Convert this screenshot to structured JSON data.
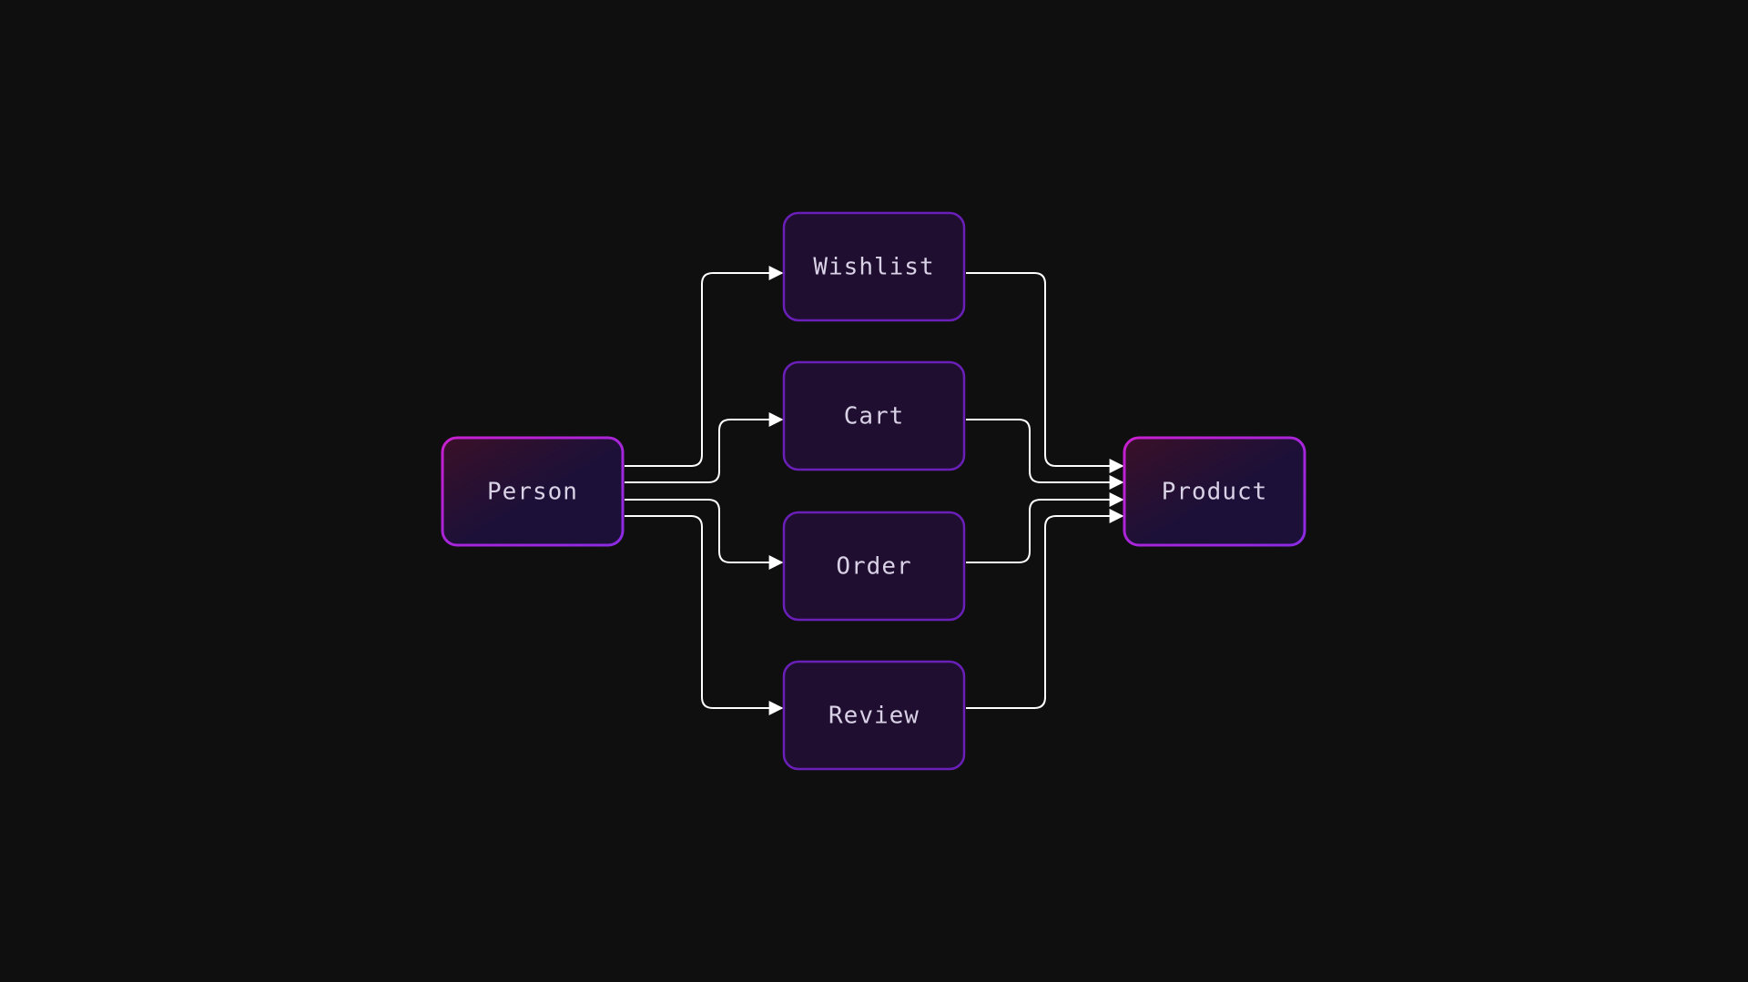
{
  "colors": {
    "background": "#0f0f10",
    "edge_stroke": "#ffffff",
    "entity_border": "#c81fd0",
    "entity_border_end": "#8a2be2",
    "entity_fill_start": "#3a1028",
    "entity_fill_end": "#1c1038",
    "relation_border": "#6a1fb8",
    "relation_fill": "#1f0e30",
    "label": "#d9d2e6"
  },
  "nodes": {
    "person": {
      "label": "Person",
      "kind": "entity"
    },
    "product": {
      "label": "Product",
      "kind": "entity"
    },
    "wishlist": {
      "label": "Wishlist",
      "kind": "relation"
    },
    "cart": {
      "label": "Cart",
      "kind": "relation"
    },
    "order": {
      "label": "Order",
      "kind": "relation"
    },
    "review": {
      "label": "Review",
      "kind": "relation"
    }
  },
  "edges": [
    {
      "from": "person",
      "to": "wishlist"
    },
    {
      "from": "person",
      "to": "cart"
    },
    {
      "from": "person",
      "to": "order"
    },
    {
      "from": "person",
      "to": "review"
    },
    {
      "from": "wishlist",
      "to": "product"
    },
    {
      "from": "cart",
      "to": "product"
    },
    {
      "from": "order",
      "to": "product"
    },
    {
      "from": "review",
      "to": "product"
    }
  ]
}
